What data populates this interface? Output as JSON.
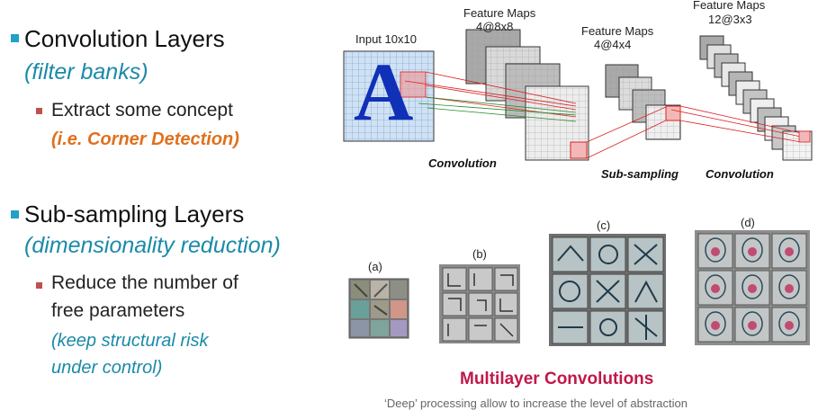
{
  "left": {
    "conv_title": "Convolution Layers",
    "conv_sub": "(filter banks)",
    "conv_point": "Extract some concept",
    "conv_example": "(i.e. Corner Detection)",
    "sub_title": "Sub-sampling Layers",
    "sub_sub": "(dimensionality reduction)",
    "sub_point_line1": "Reduce the number of",
    "sub_point_line2": "free parameters",
    "sub_note_line1": "(keep structural risk",
    "sub_note_line2": "under control)"
  },
  "diagram": {
    "input_label": "Input 10x10",
    "input_letter": "A",
    "fm1_label_line1": "Feature Maps",
    "fm1_label_line2": "4@8x8",
    "fm2_label_line1": "Feature Maps",
    "fm2_label_line2": "4@4x4",
    "fm3_label_line1": "Feature Maps",
    "fm3_label_line2": "12@3x3",
    "op_conv1": "Convolution",
    "op_subsample": "Sub-sampling",
    "op_conv2": "Convolution"
  },
  "panels": {
    "a": "(a)",
    "b": "(b)",
    "c": "(c)",
    "d": "(d)"
  },
  "footer": {
    "title": "Multilayer Convolutions",
    "subtitle": "‘Deep’ processing allow to increase the level of abstraction"
  }
}
